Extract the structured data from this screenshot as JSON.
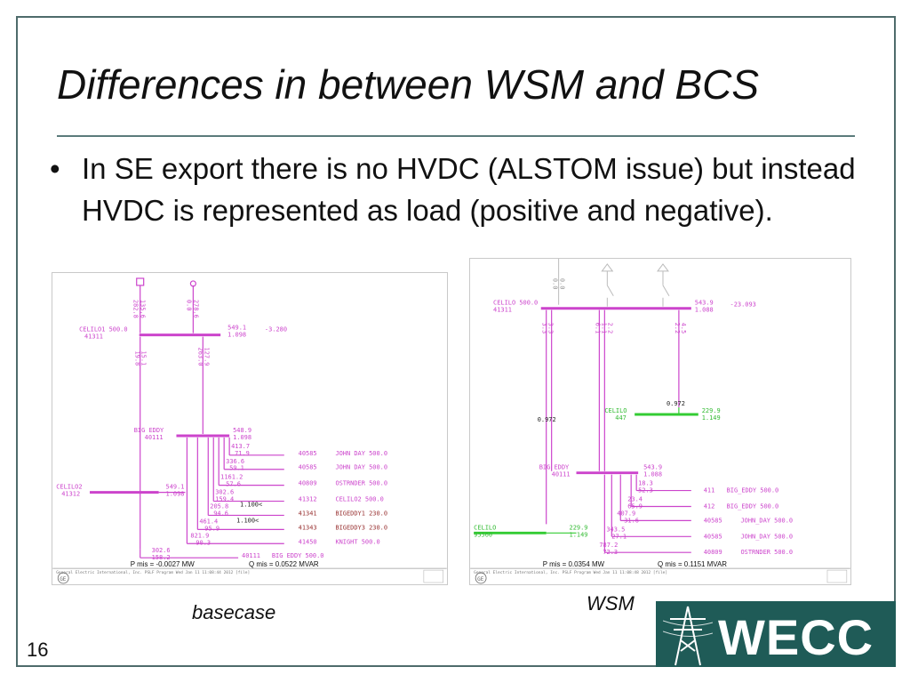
{
  "slide": {
    "title": "Differences in between WSM and BCS",
    "bullet": "In SE export there is no HVDC (ALSTOM issue) but instead HVDC is represented as load (positive and negative).",
    "page_number": "16",
    "caption_left": "basecase",
    "caption_right": "WSM",
    "logo_text": "WECC"
  },
  "colors": {
    "frame": "#4e6b6b",
    "logo_bg": "#1f5b57",
    "diagram_magenta": "#cc44cc",
    "diagram_green": "#33cc33"
  },
  "left_diagram": {
    "top_labels": [
      "282.8",
      "135.6",
      "0.0",
      "278.6"
    ],
    "bus1_name": "CELILO1  500.0",
    "bus1_id": "41311",
    "bus1_v1": "549.1",
    "bus1_v2": "1.098",
    "bus1_angle": "-3.280",
    "line1_flow": "19.8",
    "line1_q": "15.1",
    "line2_flow": "263.0",
    "line2_q": "127.9",
    "bus2_name": "BIG EDDY",
    "bus2_id": "40111",
    "bus2_v1": "548.9",
    "bus2_v2": "1.098",
    "bus3_name": "CELILO2",
    "bus3_id": "41312",
    "bus3_v1": "549.1",
    "bus3_v2": "1.098",
    "branch_flows": [
      "413.7",
      "71.9",
      "336.6",
      "59.1",
      "1161.2",
      "57.6",
      "302.6",
      "159.4",
      "205.8",
      "94.6",
      "461.4",
      "95.9",
      "821.9",
      "90.3"
    ],
    "tap1": "1.100<",
    "tap2": "1.100<",
    "destinations": [
      {
        "id": "40585",
        "name": "JOHN DAY 500.0"
      },
      {
        "id": "40585",
        "name": "JOHN DAY 500.0"
      },
      {
        "id": "40809",
        "name": "OSTRNDER 500.0"
      },
      {
        "id": "41312",
        "name": "CELILO2 500.0"
      },
      {
        "id": "41341",
        "name": "BIGEDDY1 230.0"
      },
      {
        "id": "41343",
        "name": "BIGEDDY3 230.0"
      },
      {
        "id": "41450",
        "name": "KNIGHT 500.0"
      }
    ],
    "bottom_flow": "302.6",
    "bottom_q": "158.2",
    "bottom_id": "40111",
    "bottom_name": "BIG EDDY 500.0",
    "p_mis": "P mis = -0.0027 MW",
    "q_mis": "Q mis = 0.0522 MVAR",
    "footer": "General Electric International, Inc.  PSLF Program  Wed Jan 11 11:08:44 2012  [file]",
    "footer_company": "GE"
  },
  "right_diagram": {
    "top_labels": [
      "0.0",
      "0.0"
    ],
    "bus1_name": "CELILO  500.0",
    "bus1_id": "41311",
    "bus1_v1": "543.9",
    "bus1_v2": "1.088",
    "bus1_angle": "-23.093",
    "line_labels": [
      "3.3",
      "3.3",
      "6.1",
      "1.1",
      "2.2",
      "2.2",
      "4.5"
    ],
    "tap_left": "0.972",
    "tap_right": "0.972",
    "green_bus_name": "CELILO",
    "green_bus_id": "447",
    "green_v1": "229.9",
    "green_v2": "1.149",
    "bus2_name": "BIG EDDY",
    "bus2_id": "40111",
    "bus2_v1": "543.9",
    "bus2_v2": "1.088",
    "green_bus2_name": "CELILO",
    "green_bus2_id": "95560",
    "green2_v1": "229.9",
    "green2_v2": "1.149",
    "branch_flows": [
      "18.3",
      "52.3",
      "23.4",
      "65.9",
      "407.9",
      "31.6",
      "343.5",
      "27.1",
      "787.2",
      "72.3"
    ],
    "destinations": [
      {
        "id": "411",
        "name": "BIG_EDDY 500.0"
      },
      {
        "id": "412",
        "name": "BIG_EDDY 500.0"
      },
      {
        "id": "40585",
        "name": "JOHN_DAY 500.0"
      },
      {
        "id": "40585",
        "name": "JOHN_DAY 500.0"
      },
      {
        "id": "40809",
        "name": "OSTRNDER 500.0"
      }
    ],
    "p_mis": "P mis = 0.0354 MW",
    "q_mis": "Q mis = 0.1151 MVAR",
    "footer": "General Electric International, Inc.  PSLF Program  Wed Jan 11 11:08:48 2012  [file]",
    "footer_company": "GE"
  }
}
